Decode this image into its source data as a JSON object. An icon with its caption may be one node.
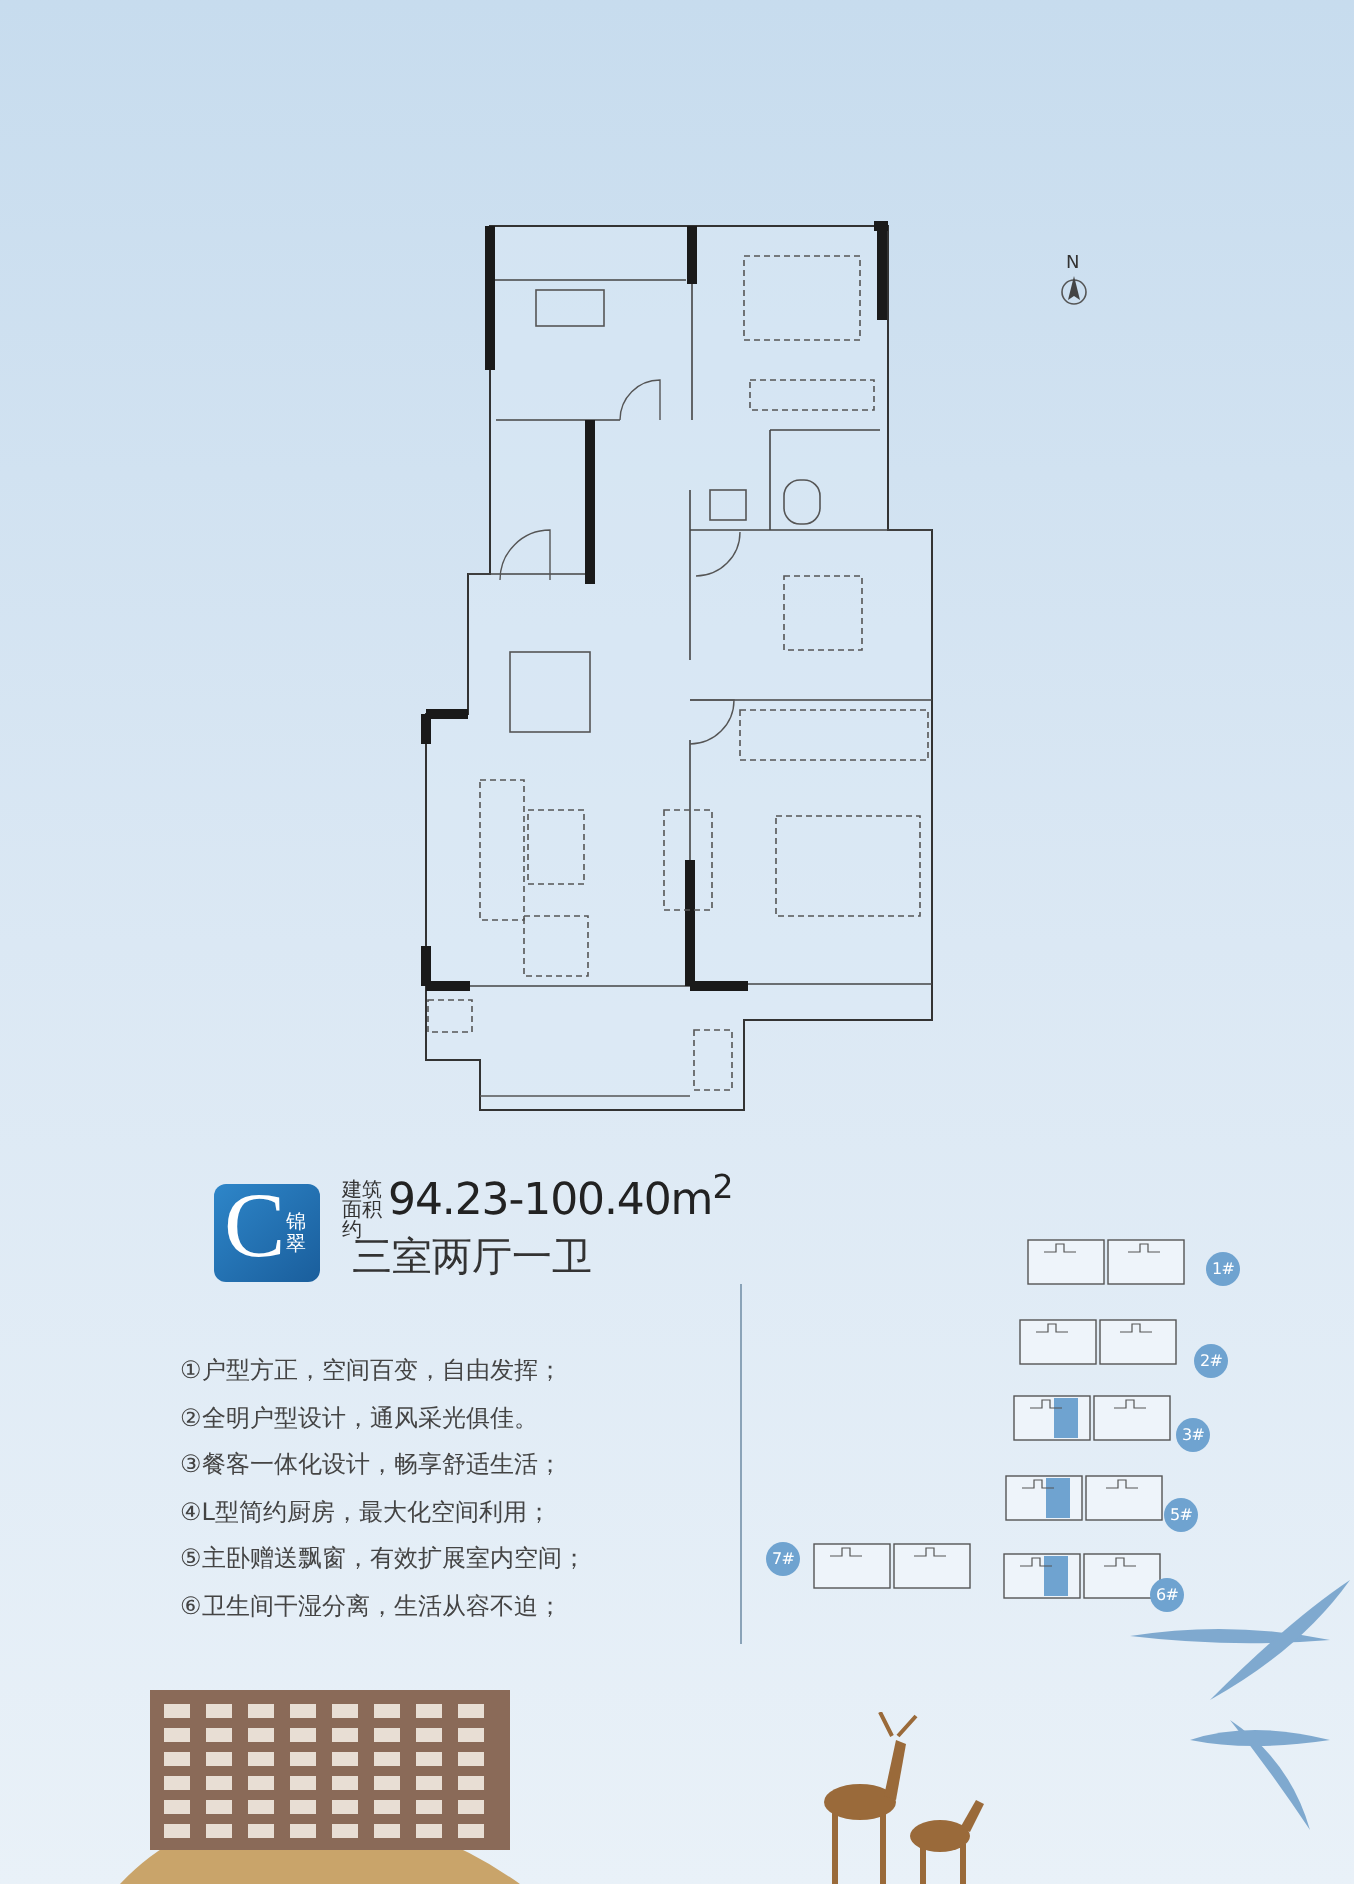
{
  "diagram": {
    "labels": [
      "N",
      "C",
      "锦翠",
      "建筑面积约",
      "94.23-100.40m$^{2}$",
      "三室两厅一卫",
      "①户型方正，空间百变，自由发挥；",
      "②全明户型设计，通风采光俱佳。",
      "③餐客一体化设计，畅享舒适生活；",
      "④L型简约厨房，最大化空间利用；",
      "⑤主卧赠送飘窗，有效扩展室内空间；",
      "⑥卫生间干湿分离，生活从容不迫；",
      "1#",
      "2#",
      "3#",
      "5#",
      "7#",
      "6#"
    ]
  }
}
